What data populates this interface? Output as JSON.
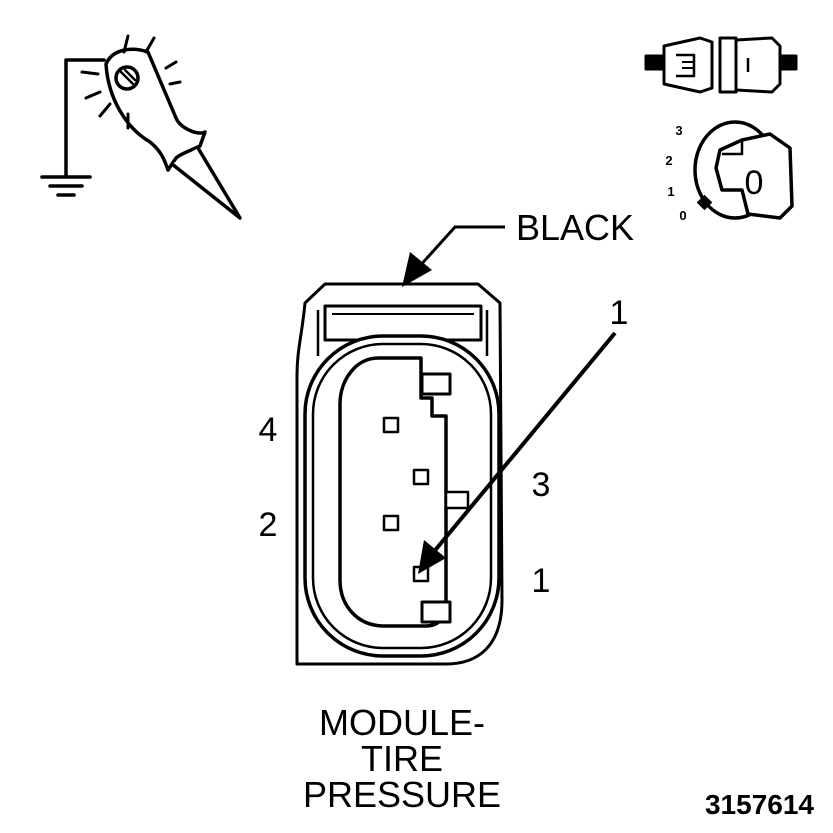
{
  "color_label": "BLACK",
  "callout_number": "1",
  "pin_labels": {
    "pin4": "4",
    "pin2": "2",
    "pin3": "3",
    "pin1": "1"
  },
  "title_lines": [
    "MODULE-",
    "TIRE",
    "PRESSURE"
  ],
  "figure_number": "3157614",
  "ignition_positions": [
    "3",
    "2",
    "1",
    "0"
  ],
  "ignition_key_label": "0",
  "icons": {
    "test_light": "test-lamp-ground-icon",
    "connector_disconnected": "connector-disconnected-icon",
    "ignition": "ignition-switch-icon"
  }
}
